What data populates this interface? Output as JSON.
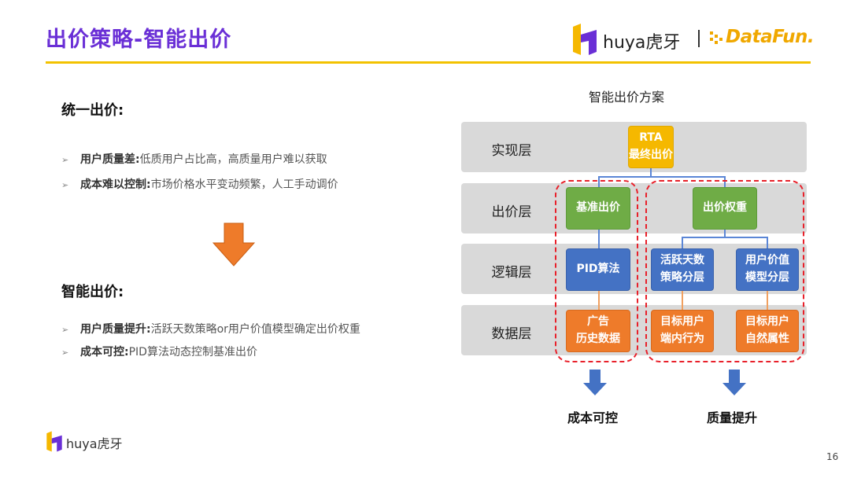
{
  "header": {
    "title": "出价策略-智能出价",
    "accent_color": "#6a2fd6",
    "rule_color": "#f2c200",
    "logo_huya_text": "huya虎牙",
    "logo_datafun_text": "DataFun."
  },
  "left": {
    "section1": {
      "heading": "统一出价:",
      "bullets": [
        {
          "label": "用户质量差:",
          "text": "低质用户占比高，高质量用户难以获取"
        },
        {
          "label": "成本难以控制:",
          "text": "市场价格水平变动频繁，人工手动调价"
        }
      ]
    },
    "arrow_icon": "down-arrow-icon",
    "section2": {
      "heading": "智能出价:",
      "bullets": [
        {
          "label": "用户质量提升:",
          "text": "活跃天数策略or用户价值模型确定出价权重"
        },
        {
          "label": "成本可控:",
          "text": "PID算法动态控制基准出价"
        }
      ]
    }
  },
  "diagram": {
    "title": "智能出价方案",
    "layers": [
      "实现层",
      "出价层",
      "逻辑层",
      "数据层"
    ],
    "nodes": {
      "rta_line1": "RTA",
      "rta_line2": "最终出价",
      "base_bid": "基准出价",
      "bid_weight": "出价权重",
      "pid": "PID算法",
      "active_line1": "活跃天数",
      "active_line2": "策略分层",
      "value_line1": "用户价值",
      "value_line2": "模型分层",
      "ad_line1": "广告",
      "ad_line2": "历史数据",
      "target_a_line1": "目标用户",
      "target_a_line2": "端内行为",
      "target_b_line1": "目标用户",
      "target_b_line2": "自然属性"
    },
    "outcomes": {
      "left": "成本可控",
      "right": "质量提升"
    },
    "colors": {
      "yellow": "#f5b800",
      "green": "#6fac46",
      "blue": "#4472c4",
      "orange": "#ee7b2a",
      "dashed_outline": "#e8202a"
    }
  },
  "footer": {
    "logo_text": "huya虎牙",
    "page_number": "16"
  }
}
